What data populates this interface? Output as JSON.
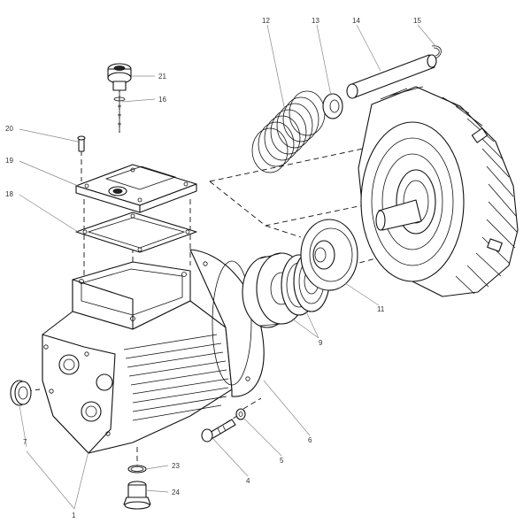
{
  "callouts": [
    {
      "id": "1",
      "text": "1"
    },
    {
      "id": "4",
      "text": "4"
    },
    {
      "id": "5",
      "text": "5"
    },
    {
      "id": "6",
      "text": "6"
    },
    {
      "id": "7",
      "text": "7"
    },
    {
      "id": "9",
      "text": "9"
    },
    {
      "id": "11",
      "text": "11"
    },
    {
      "id": "12",
      "text": "12"
    },
    {
      "id": "13",
      "text": "13"
    },
    {
      "id": "14",
      "text": "14"
    },
    {
      "id": "15",
      "text": "15"
    },
    {
      "id": "16",
      "text": "16"
    },
    {
      "id": "18",
      "text": "18"
    },
    {
      "id": "19",
      "text": "19"
    },
    {
      "id": "20",
      "text": "20"
    },
    {
      "id": "21",
      "text": "21"
    },
    {
      "id": "23",
      "text": "23"
    },
    {
      "id": "24",
      "text": "24"
    }
  ]
}
